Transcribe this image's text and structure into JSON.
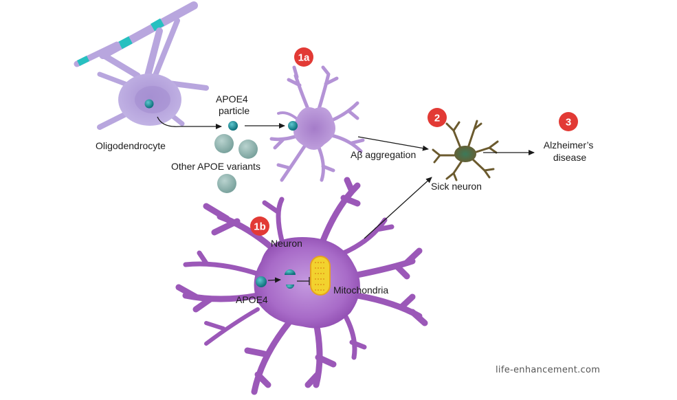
{
  "labels": {
    "oligodendrocyte": "Oligodendrocyte",
    "apoe4_particle_line1": "APOE4",
    "apoe4_particle_line2": "particle",
    "other_variants": "Other APOE variants",
    "ab_aggregation": "Aβ aggregation",
    "sick_neuron": "Sick neuron",
    "alz_line1": "Alzheimer’s",
    "alz_line2": "disease",
    "neuron": "Neuron",
    "apoe4": "APOE4",
    "mitochondria": "Mitochondria"
  },
  "badges": {
    "b1a": "1a",
    "b1b": "1b",
    "b2": "2",
    "b3": "3"
  },
  "watermark": "life-enhancement.com",
  "colors": {
    "badge_red": "#e23a35",
    "oligo_purple": "#b8a6de",
    "astro_purple": "#b493d6",
    "neuron_purple": "#9b58b8",
    "sick_neuron_brown": "#6b5a2e",
    "apoe4_teal": "#11838f",
    "variant_gray": "#8fb2ae",
    "mito_yellow": "#f2d22e",
    "myelin_cyan": "#27c0c0"
  }
}
